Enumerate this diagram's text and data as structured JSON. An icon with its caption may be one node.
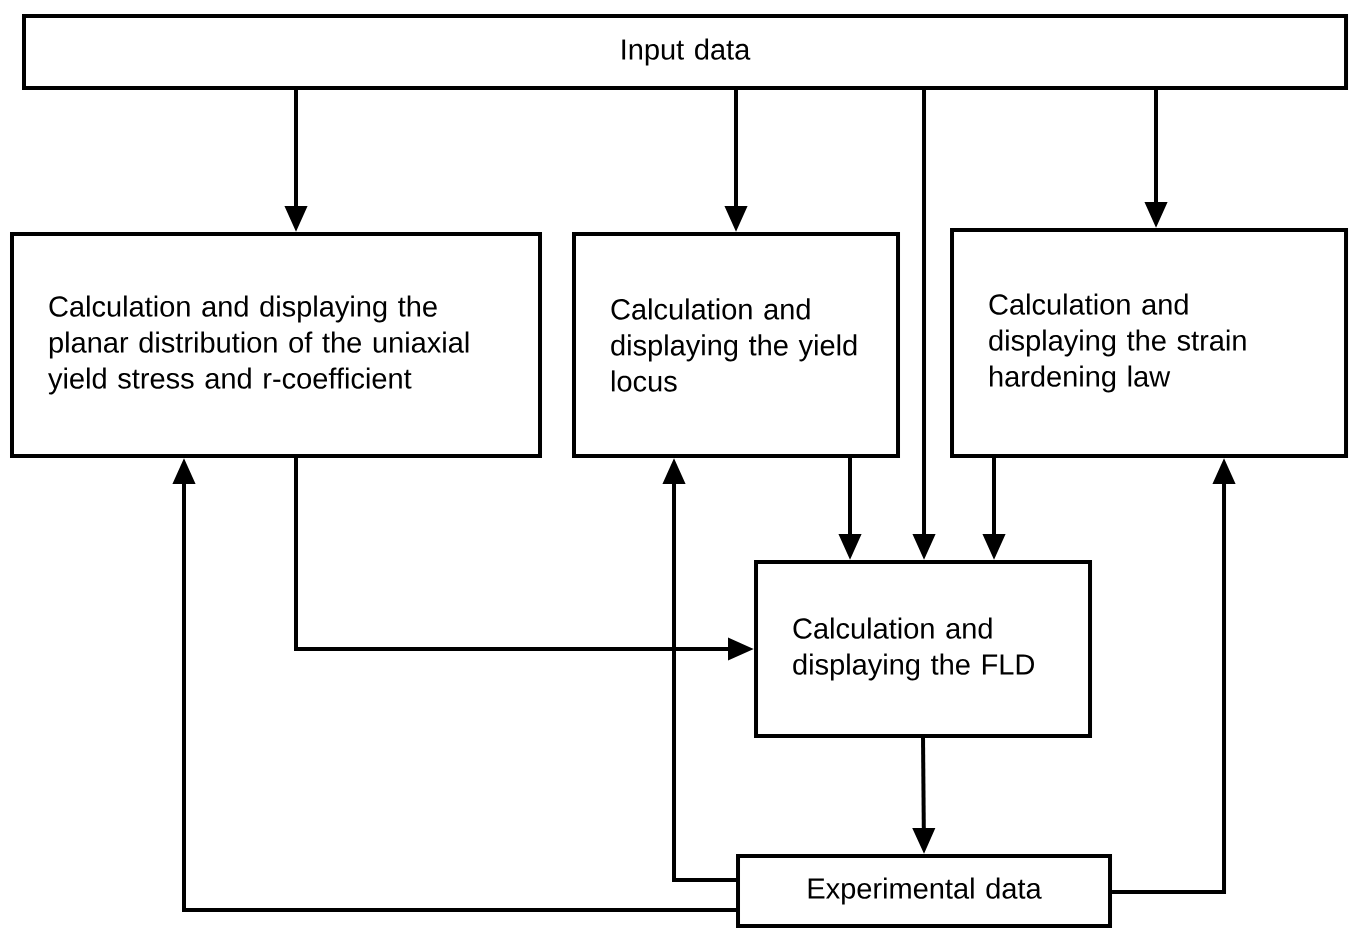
{
  "diagram": {
    "nodes": [
      {
        "text": [
          "Input data"
        ]
      },
      {
        "text": [
          "Calculation and displaying the planar distribution of the uniaxial yield stress and r-coefficient"
        ]
      },
      {
        "text": [
          "Calculation and displaying the yield locus"
        ]
      },
      {
        "text": [
          "Calculation and displaying the strain hardening law"
        ]
      },
      {
        "text": [
          "Calculation and displaying the FLD"
        ]
      },
      {
        "text": [
          "Experimental data"
        ]
      }
    ],
    "edges": [
      {
        "from": 0,
        "to": 1,
        "arrow": "to"
      },
      {
        "from": 0,
        "to": 2,
        "arrow": "to"
      },
      {
        "from": 0,
        "to": 4,
        "arrow": "to"
      },
      {
        "from": 0,
        "to": 3,
        "arrow": "to"
      },
      {
        "from": 1,
        "to": 4,
        "arrow": "to"
      },
      {
        "from": 2,
        "to": 4,
        "arrow": "to"
      },
      {
        "from": 3,
        "to": 4,
        "arrow": "to"
      },
      {
        "from": 4,
        "to": 5,
        "arrow": "to"
      },
      {
        "from": 5,
        "to": 1,
        "arrow": "to"
      },
      {
        "from": 5,
        "to": 2,
        "arrow": "to"
      },
      {
        "from": 5,
        "to": 3,
        "arrow": "to"
      }
    ]
  }
}
